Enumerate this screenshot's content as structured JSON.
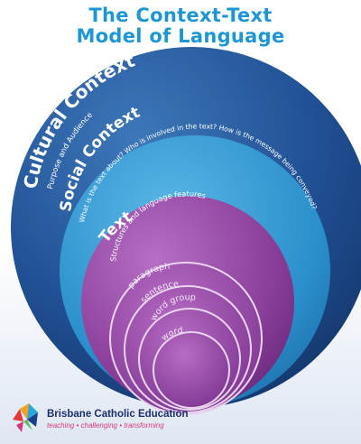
{
  "title": {
    "line1": "The Context-Text",
    "line2": "Model of Language"
  },
  "cultural_context": {
    "label": "Cultural Context",
    "sublabel": "Purpose and Audience"
  },
  "social_context": {
    "label": "Social Context",
    "sublabel": "What is the text about?  Who is involved in the text?  How is the message being conveyed?"
  },
  "text_layer": {
    "label": "Text",
    "sublabel": "Structures and language features"
  },
  "rings": [
    "paragraph",
    "sentence",
    "word group",
    "word"
  ],
  "footer": {
    "organisation": "Brisbane Catholic Education",
    "tagline": "teaching • challenging • transforming"
  },
  "colors": {
    "title": "#1e96d2",
    "cultural": "#1f4f92",
    "social": "#2a90cc",
    "text": "#8a3e9a",
    "footer_text": "#1a2f6e",
    "tagline": "#d63a7a"
  }
}
